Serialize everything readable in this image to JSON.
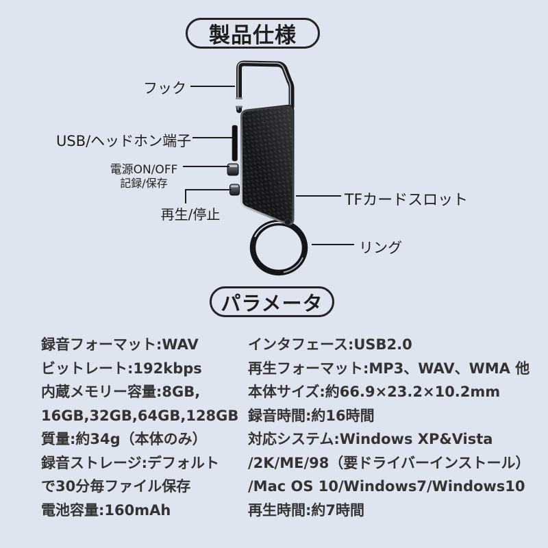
{
  "headers": {
    "product_spec": "製品仕様",
    "parameters": "パラメータ"
  },
  "callouts": {
    "hook": "フック",
    "usb_jack": "USB/ヘッドホン端子",
    "power_line1": "電源ON/OFF",
    "power_line2": "記録/保存",
    "play_stop": "再生/停止",
    "tf_slot": "TFカードスロット",
    "ring": "リング"
  },
  "specs": {
    "left_column": [
      "録音フォーマット:WAV",
      "ビットレート:192kbps",
      "内蔵メモリー容量:8GB,",
      "16GB,32GB,64GB,128GB",
      "質量:約34g（本体のみ）",
      "録音ストレージ:デフォルト",
      "で30分毎ファイル保存",
      "電池容量:160mAh"
    ],
    "right_column": [
      "インタフェース:USB2.0",
      "再生フォーマット:MP3、WAV、WMA 他",
      "本体サイズ:約66.9×23.2×10.2mm",
      "録音時間:約16時間",
      "対応システム:Windows XP&Vista",
      "/2K/ME/98（要ドライバーインストール）",
      "/Mac OS 10/Windows7/Windows10",
      "再生時間:約7時間"
    ]
  },
  "colors": {
    "background": "#dee5f1",
    "ink": "#1f1f1f",
    "spec_text": "#333333",
    "line": "#1a1a1a"
  }
}
